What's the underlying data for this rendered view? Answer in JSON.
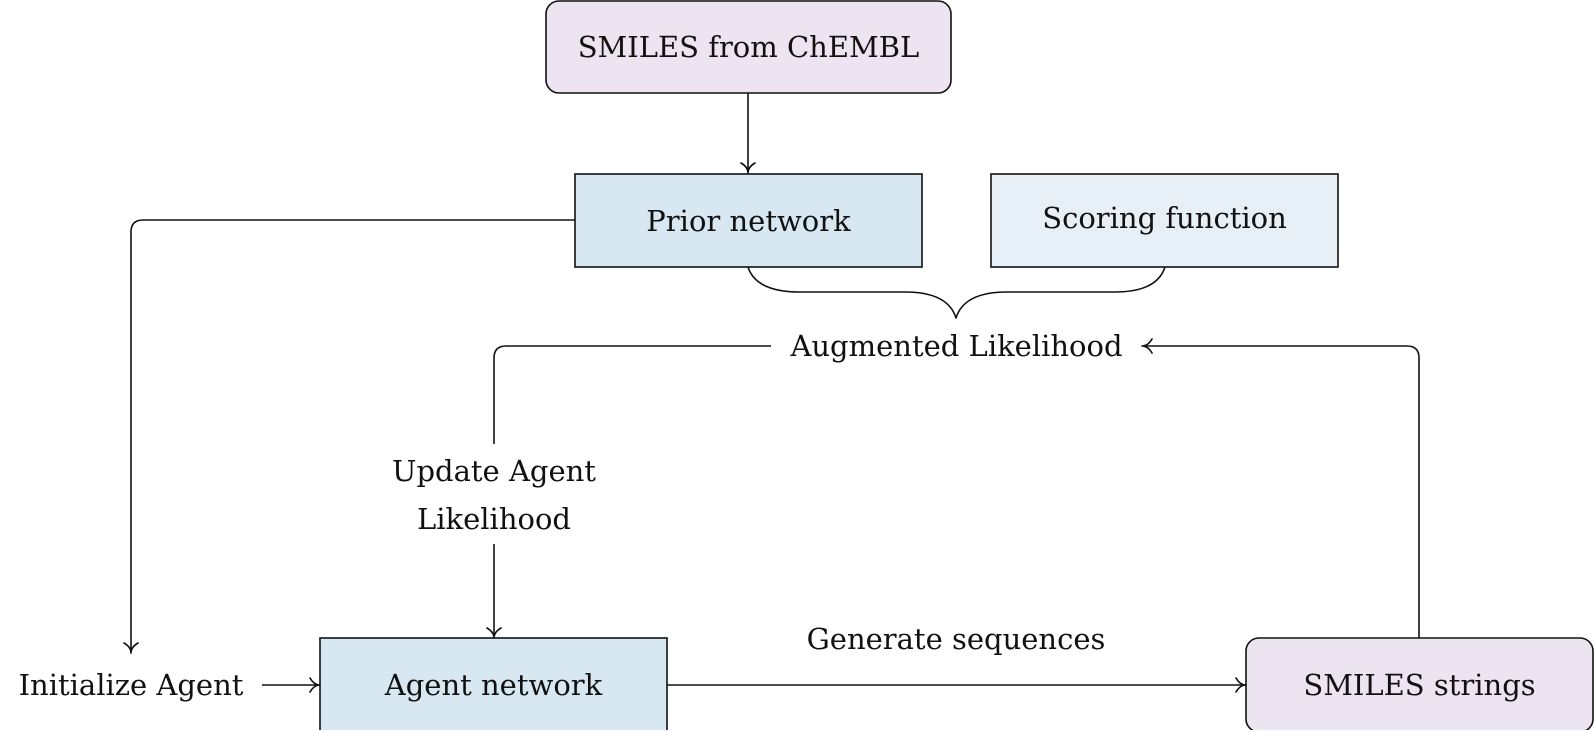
{
  "nodes": {
    "chembl": {
      "label": "SMILES from ChEMBL",
      "fill": "#ece4f0"
    },
    "prior": {
      "label": "Prior network",
      "fill": "#d8e8f2"
    },
    "scoring": {
      "label": "Scoring function",
      "fill": "#e8f0f7"
    },
    "agent": {
      "label": "Agent network",
      "fill": "#d8e8f2"
    },
    "smiles_strings": {
      "label": "SMILES strings",
      "fill": "#ece4f0"
    }
  },
  "labels": {
    "augmented_likelihood": "Augmented Likelihood",
    "update_agent_line1": "Update Agent",
    "update_agent_line2": "Likelihood",
    "initialize_agent": "Initialize Agent",
    "generate_sequences": "Generate sequences"
  },
  "colors": {
    "stroke": "#111111",
    "background": "#ffffff"
  }
}
